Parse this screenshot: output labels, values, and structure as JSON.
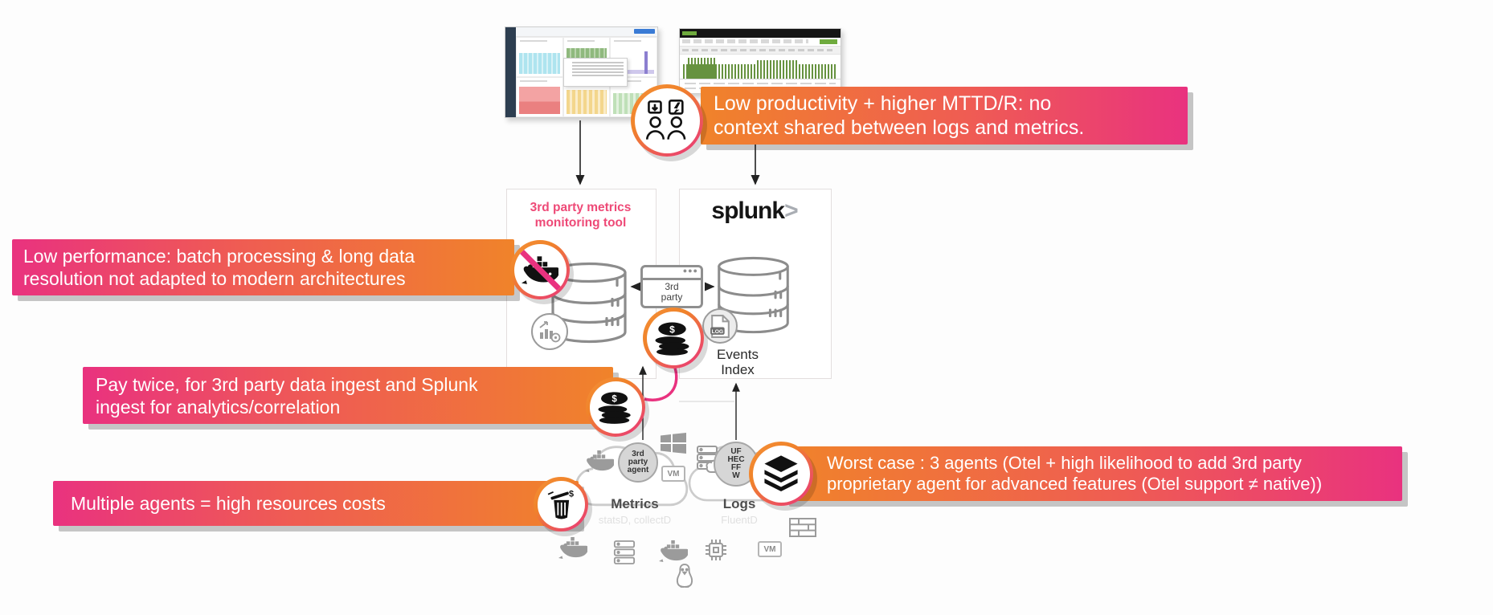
{
  "banners": {
    "productivity": {
      "line1": "Low productivity + higher MTTD/R: no",
      "line2": "context shared between logs and metrics."
    },
    "performance": {
      "line1": "Low performance: batch processing & long data",
      "line2": "resolution not adapted to modern architectures"
    },
    "pay_twice": {
      "line1": "Pay twice, for 3rd party data ingest and Splunk",
      "line2": "ingest for analytics/correlation"
    },
    "multiple_agents": {
      "line1": "Multiple agents = high resources costs"
    },
    "worst_case": {
      "line1": "Worst case : 3 agents (Otel + high likelihood to add 3rd party",
      "line2": "proprietary agent for advanced features (Otel support ≠ native))"
    }
  },
  "boxes": {
    "third_party_tool": {
      "title_line1": "3rd party metrics",
      "title_line2": "monitoring tool"
    },
    "splunk": {
      "wordmark": "splunk",
      "chevron": ">"
    }
  },
  "nodes": {
    "third_party_connector": {
      "line1": "3rd",
      "line2": "party"
    },
    "events_index": {
      "line1": "Events",
      "line2": "Index"
    },
    "third_party_agent": {
      "line1": "3rd",
      "line2": "party",
      "line3": "agent"
    },
    "splunk_agents": {
      "line1": "UF",
      "line2": "HEC",
      "line3": "FF",
      "line4": "W"
    },
    "log_badge": "LOG",
    "vm_label": "VM",
    "metrics_cloud": {
      "title": "Metrics",
      "subtitle": "statsD, collectD"
    },
    "logs_cloud": {
      "title": "Logs",
      "subtitle": "FluentD"
    }
  },
  "icons": {
    "users": "confused-users",
    "docker_prohibited": "docker-whale-crossed-out",
    "coins": "coin-stack-dollar",
    "log_file": "log-document",
    "analytics": "metrics-chart-gear",
    "trash_money": "money-wasted-trash",
    "layers": "stacked-agent-layers",
    "windows": "windows-logo",
    "docker": "docker-whale",
    "server": "server-rack",
    "server_cloud": "server-with-cloud",
    "linux": "linux-penguin",
    "chip": "circuit-chip",
    "vm_box": "virtual-machine",
    "bricks": "firewall-bricks",
    "database": "database-stack"
  },
  "colors": {
    "orange": "#f0832a",
    "pink": "#e9327f",
    "title_pink": "#ee4a77",
    "splunk_black": "#151515",
    "gray_icon": "#9b9b9b"
  }
}
